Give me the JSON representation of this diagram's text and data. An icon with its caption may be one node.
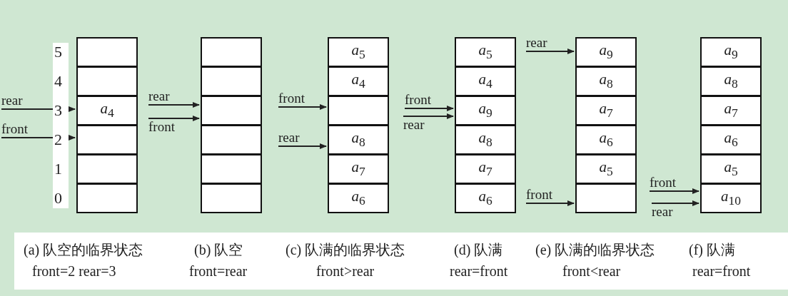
{
  "diagram": {
    "nodes": [
      {
        "text": [
          "rear"
        ]
      },
      {
        "text": [
          "front"
        ]
      },
      {
        "text": [],
        "shape": "box"
      },
      {
        "text": [],
        "shape": "box"
      },
      {
        "text": [
          "*a*$_{4}$"
        ]
      },
      {
        "text": [],
        "shape": "box"
      },
      {
        "text": [],
        "shape": "box"
      },
      {
        "text": [],
        "shape": "box"
      },
      {
        "text": [
          "rear"
        ]
      },
      {
        "text": [
          "front"
        ]
      },
      {
        "text": [],
        "shape": "box"
      },
      {
        "text": [],
        "shape": "box"
      },
      {
        "text": [],
        "shape": "box"
      },
      {
        "text": [],
        "shape": "box"
      },
      {
        "text": [],
        "shape": "box"
      },
      {
        "text": [],
        "shape": "box"
      },
      {
        "text": [
          "front"
        ]
      },
      {
        "text": [
          "rear"
        ]
      },
      {
        "text": [
          "*a*$_{5}$"
        ]
      },
      {
        "text": [
          "*a*$_{4}$"
        ]
      },
      {
        "text": [],
        "shape": "box"
      },
      {
        "text": [
          "*a*$_{8}$"
        ]
      },
      {
        "text": [
          "*a*$_{7}$"
        ]
      },
      {
        "text": [
          "*a*$_{6}$"
        ]
      },
      {
        "text": [
          "front"
        ]
      },
      {
        "text": [
          "rear"
        ]
      },
      {
        "text": [
          "*a*$_{5}$"
        ]
      },
      {
        "text": [
          "*a*$_{4}$"
        ]
      },
      {
        "text": [
          "*a*$_{9}$"
        ]
      },
      {
        "text": [
          "*a*$_{8}$"
        ]
      },
      {
        "text": [
          "*a*$_{7}$"
        ]
      },
      {
        "text": [
          "*a*$_{6}$"
        ]
      },
      {
        "text": [
          "rear"
        ]
      },
      {
        "text": [
          "front"
        ]
      },
      {
        "text": [
          "*a*$_{9}$"
        ]
      },
      {
        "text": [
          "*a*$_{8}$"
        ]
      },
      {
        "text": [
          "*a*$_{7}$"
        ]
      },
      {
        "text": [
          "*a*$_{6}$"
        ]
      },
      {
        "text": [
          "*a*$_{5}$"
        ]
      },
      {
        "text": [],
        "shape": "box"
      },
      {
        "text": [
          "front"
        ]
      },
      {
        "text": [
          "rear"
        ]
      },
      {
        "text": [
          "*a*$_{9}$"
        ]
      },
      {
        "text": [
          "*a*$_{8}$"
        ]
      },
      {
        "text": [
          "*a*$_{7}$"
        ]
      },
      {
        "text": [
          "*a*$_{6}$"
        ]
      },
      {
        "text": [
          "*a*$_{5}$"
        ]
      },
      {
        "text": [
          "*a*$_{10}$"
        ]
      }
    ],
    "edges": [
      {
        "from": 0,
        "to": 4,
        "arrow": "to"
      },
      {
        "from": 1,
        "to": 5,
        "arrow": "to"
      },
      {
        "from": 8,
        "to": 12,
        "arrow": "to"
      },
      {
        "from": 9,
        "to": 12,
        "arrow": "to"
      },
      {
        "from": 16,
        "to": 20,
        "arrow": "to"
      },
      {
        "from": 17,
        "to": 21,
        "arrow": "to"
      },
      {
        "from": 24,
        "to": 28,
        "arrow": "to"
      },
      {
        "from": 25,
        "to": 28,
        "arrow": "to"
      },
      {
        "from": 32,
        "to": 34,
        "arrow": "to"
      },
      {
        "from": 33,
        "to": 39,
        "arrow": "to"
      },
      {
        "from": 40,
        "to": 47,
        "arrow": "to"
      },
      {
        "from": 41,
        "to": 47,
        "arrow": "to"
      }
    ],
    "labels": [
      "5",
      "4",
      "3",
      "2",
      "1",
      "0",
      "(a) 队空的临界状态",
      "(b) 队空",
      "(c) 队满的临界状态",
      "(d) 队满",
      "(e) 队满的临界状态",
      "(f) 队满",
      "front=2 rear=3",
      "front=rear",
      "front>rear",
      "rear=front",
      "front<rear",
      "rear=front"
    ]
  }
}
